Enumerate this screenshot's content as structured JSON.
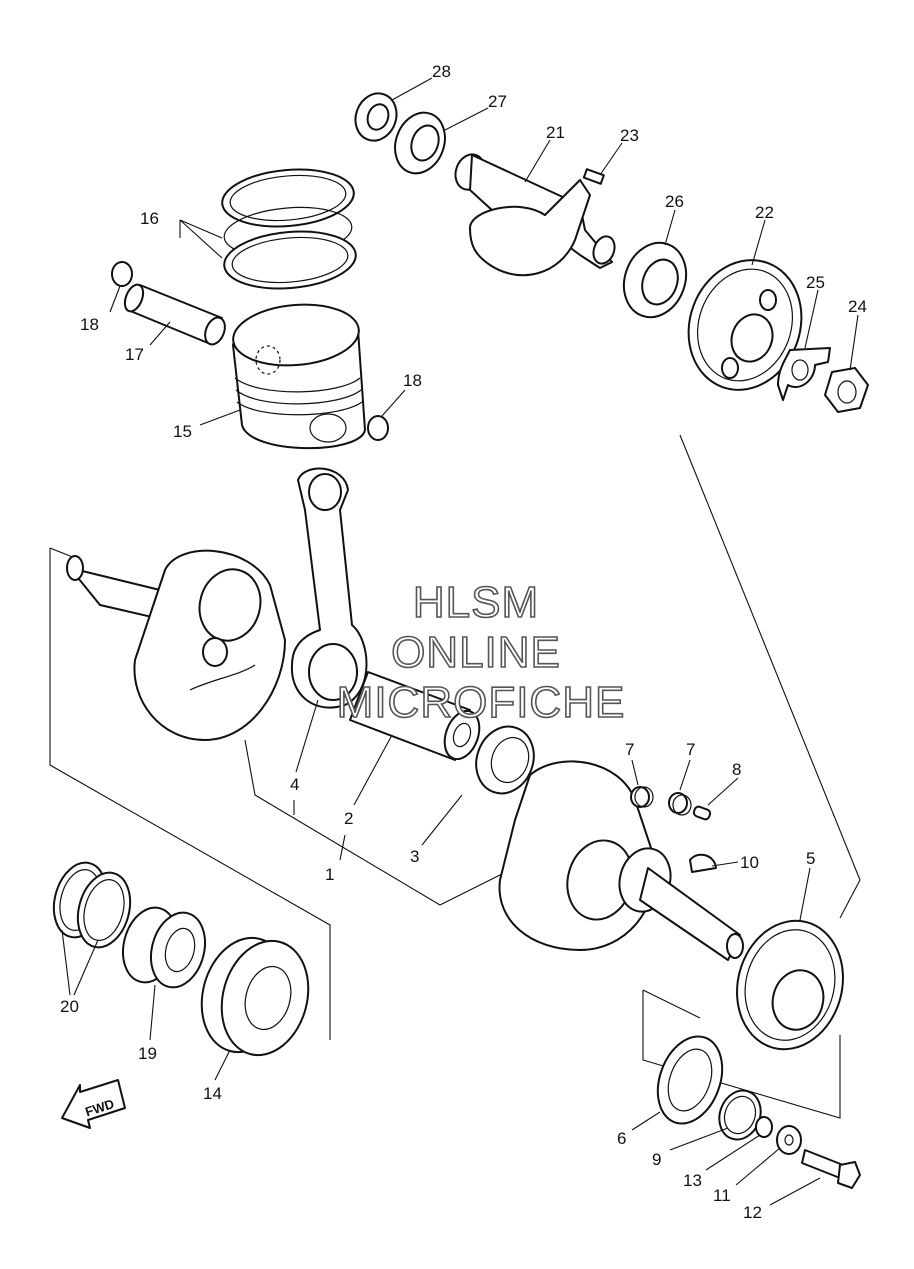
{
  "watermark": {
    "line1": "HLSM",
    "line2": "ONLINE",
    "line3": "MICROFICHE"
  },
  "fwd_label": "FWD",
  "callouts": [
    {
      "id": "c28",
      "text": "28"
    },
    {
      "id": "c27",
      "text": "27"
    },
    {
      "id": "c21",
      "text": "21"
    },
    {
      "id": "c23",
      "text": "23"
    },
    {
      "id": "c26",
      "text": "26"
    },
    {
      "id": "c22",
      "text": "22"
    },
    {
      "id": "c25",
      "text": "25"
    },
    {
      "id": "c24",
      "text": "24"
    },
    {
      "id": "c16",
      "text": "16"
    },
    {
      "id": "c18a",
      "text": "18"
    },
    {
      "id": "c17",
      "text": "17"
    },
    {
      "id": "c18b",
      "text": "18"
    },
    {
      "id": "c15",
      "text": "15"
    },
    {
      "id": "c4",
      "text": "4"
    },
    {
      "id": "c2",
      "text": "2"
    },
    {
      "id": "c1",
      "text": "1"
    },
    {
      "id": "c3",
      "text": "3"
    },
    {
      "id": "c7a",
      "text": "7"
    },
    {
      "id": "c7b",
      "text": "7"
    },
    {
      "id": "c8",
      "text": "8"
    },
    {
      "id": "c10",
      "text": "10"
    },
    {
      "id": "c5",
      "text": "5"
    },
    {
      "id": "c20",
      "text": "20"
    },
    {
      "id": "c19",
      "text": "19"
    },
    {
      "id": "c14",
      "text": "14"
    },
    {
      "id": "c6",
      "text": "6"
    },
    {
      "id": "c9",
      "text": "9"
    },
    {
      "id": "c13",
      "text": "13"
    },
    {
      "id": "c11",
      "text": "11"
    },
    {
      "id": "c12",
      "text": "12"
    }
  ]
}
